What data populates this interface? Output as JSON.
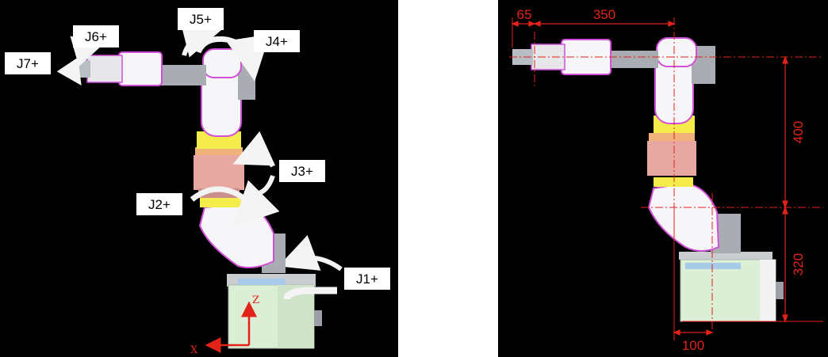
{
  "colors": {
    "background": "#000000",
    "link_white": "#f6f6f8",
    "accent_magenta": "#d24fd8",
    "joint_gray": "#a9adb3",
    "elbow_pink": "#e8a8a2",
    "bracket_yellow": "#f3ec4a",
    "base_green": "#dcefd6",
    "label_box": "#ffffff",
    "dimension_red": "#e2231a",
    "arrow_white": "#f4f4f4"
  },
  "left_diagram": {
    "joints": [
      {
        "label": "J1+",
        "icon": "rotation-arrow-icon"
      },
      {
        "label": "J2+",
        "icon": "rotation-arrow-icon"
      },
      {
        "label": "J3+",
        "icon": "rotation-arrow-icon"
      },
      {
        "label": "J4+",
        "icon": "rotation-arrow-icon"
      },
      {
        "label": "J5+",
        "icon": "rotation-arrow-icon"
      },
      {
        "label": "J6+",
        "icon": "rotation-arrow-icon"
      },
      {
        "label": "J7+",
        "icon": "rotation-arrow-icon"
      }
    ],
    "axes": {
      "z_label": "Z",
      "x_label": "X"
    }
  },
  "right_diagram": {
    "dimensions": [
      {
        "value": "65",
        "orientation": "horizontal"
      },
      {
        "value": "350",
        "orientation": "horizontal"
      },
      {
        "value": "400",
        "orientation": "vertical"
      },
      {
        "value": "320",
        "orientation": "vertical"
      },
      {
        "value": "100",
        "orientation": "horizontal"
      }
    ]
  }
}
